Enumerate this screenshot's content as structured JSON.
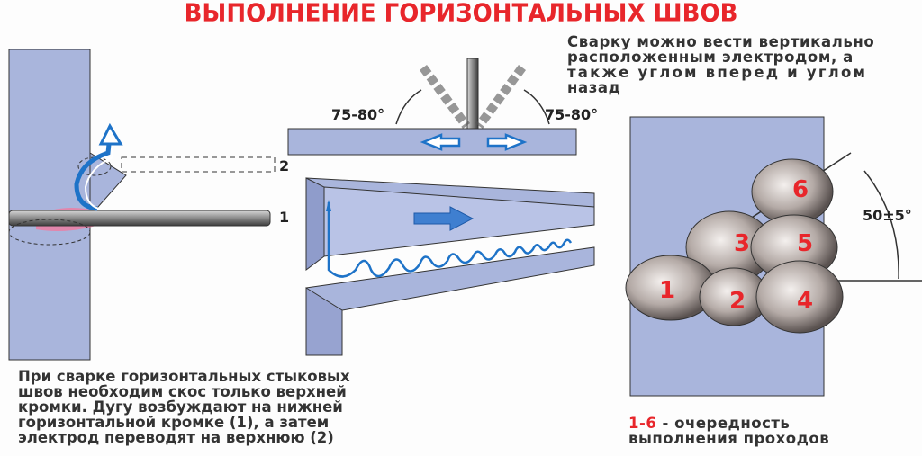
{
  "title": "ВЫПОЛНЕНИЕ ГОРИЗОНТАЛЬНЫХ ШВОВ",
  "top_right_text": [
    "Сварку можно вести вертикально",
    "расположенным электродом, а",
    "также углом вперед и углом",
    "назад"
  ],
  "bottom_left_text": [
    "При сварке горизонтальных стыковых",
    "швов необходим скос только верхней",
    "кромки. Дугу возбуждают на нижней",
    "горизонтальной кромке (1), а затем",
    "электрод переводят на верхнюю (2)"
  ],
  "electrode_labels": {
    "one": "1",
    "two": "2"
  },
  "angles": {
    "left": "75-80°",
    "right": "75-80°",
    "bead_angle": "50±5°"
  },
  "beads": [
    "1",
    "2",
    "3",
    "4",
    "5",
    "6"
  ],
  "legend": {
    "range": "1-6",
    "text": " - очередность",
    "text2": "выполнения проходов"
  },
  "colors": {
    "accent": "#e8262b",
    "plate": "#a9b5dc",
    "arrow": "#1e73c8"
  }
}
